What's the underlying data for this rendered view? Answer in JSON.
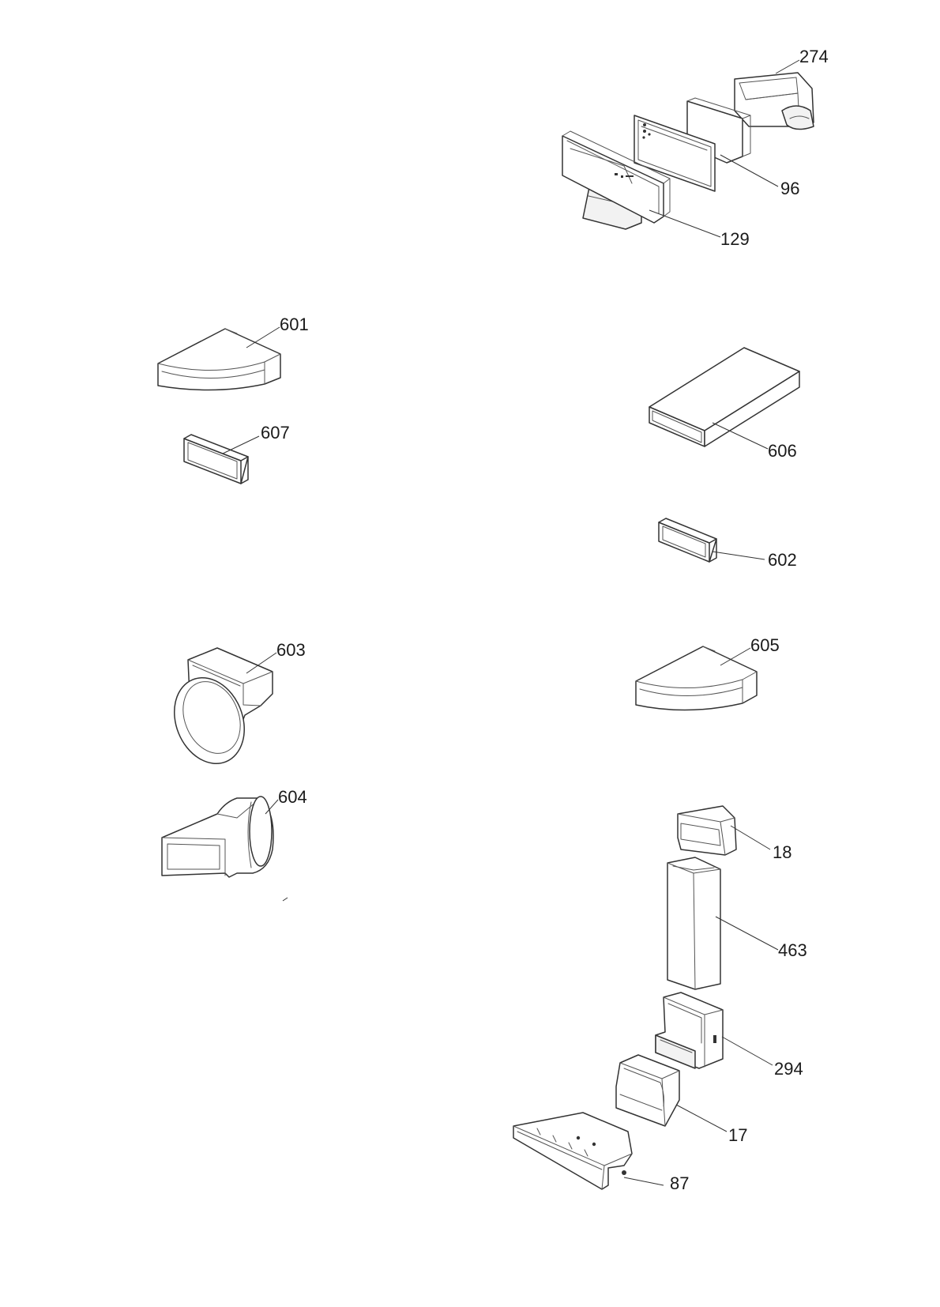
{
  "parts": [
    {
      "id": "part-274",
      "label": "274",
      "description": "duct elbow"
    },
    {
      "id": "part-96",
      "label": "96",
      "description": "wall outlet with flap"
    },
    {
      "id": "part-129",
      "label": "129",
      "description": "wall grille outlet"
    },
    {
      "id": "part-601",
      "label": "601",
      "description": "flat bend 90"
    },
    {
      "id": "part-607",
      "label": "607",
      "description": "short connector"
    },
    {
      "id": "part-606",
      "label": "606",
      "description": "flat duct straight"
    },
    {
      "id": "part-602",
      "label": "602",
      "description": "short connector"
    },
    {
      "id": "part-603",
      "label": "603",
      "description": "round to rectangular adapter elbow"
    },
    {
      "id": "part-605",
      "label": "605",
      "description": "flat bend 90"
    },
    {
      "id": "part-604",
      "label": "604",
      "description": "rectangular to round adapter"
    },
    {
      "id": "part-18",
      "label": "18",
      "description": "duct end piece"
    },
    {
      "id": "part-463",
      "label": "463",
      "description": "vertical duct section"
    },
    {
      "id": "part-294",
      "label": "294",
      "description": "vertical elbow"
    },
    {
      "id": "part-17",
      "label": "17",
      "description": "elbow"
    },
    {
      "id": "part-87",
      "label": "87",
      "description": "plinth grille outlet"
    }
  ]
}
